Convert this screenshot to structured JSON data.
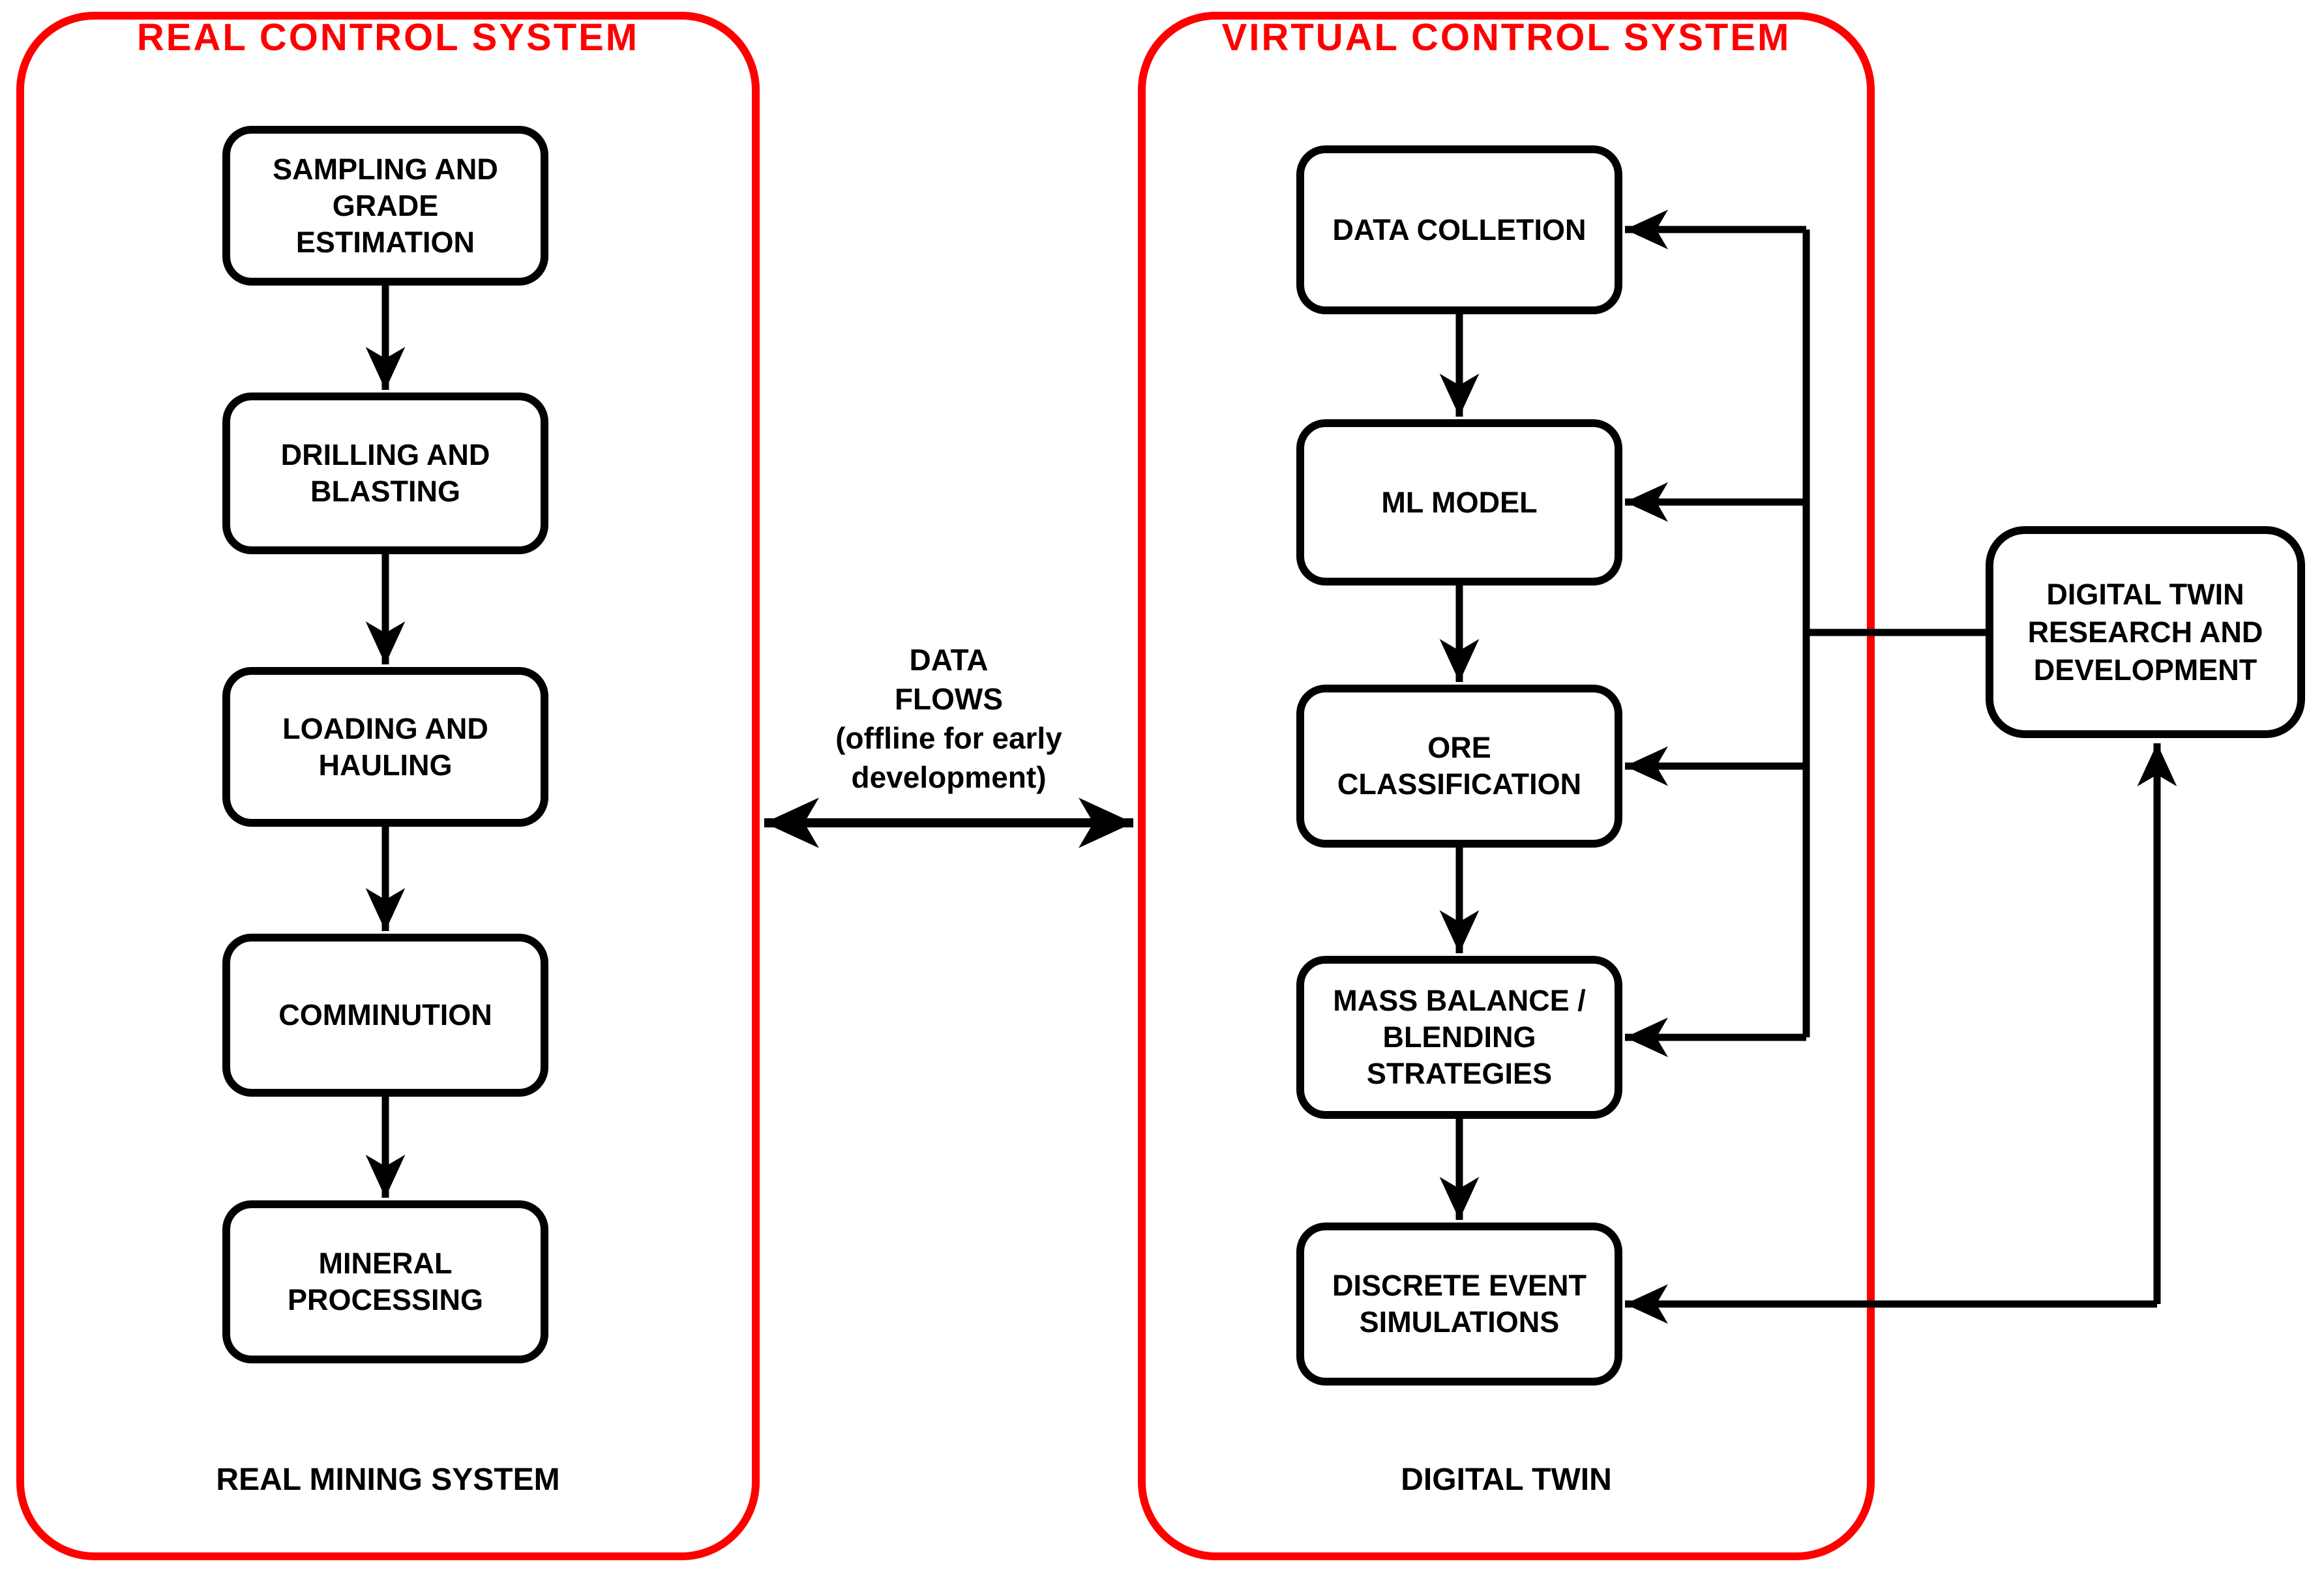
{
  "colors": {
    "accent_red": "#ff0000",
    "line_black": "#000000",
    "background": "#ffffff",
    "box_fill": "#ffffff"
  },
  "real_system": {
    "title": "REAL CONTROL SYSTEM",
    "footer": "REAL MINING SYSTEM",
    "boxes": [
      {
        "label": "SAMPLING AND\nGRADE\nESTIMATION"
      },
      {
        "label": "DRILLING AND\nBLASTING"
      },
      {
        "label": "LOADING AND\nHAULING"
      },
      {
        "label": "COMMINUTION"
      },
      {
        "label": "MINERAL\nPROCESSING"
      }
    ]
  },
  "virtual_system": {
    "title": "VIRTUAL CONTROL SYSTEM",
    "footer": "DIGITAL TWIN",
    "boxes": [
      {
        "label": "DATA COLLETION"
      },
      {
        "label": "ML MODEL"
      },
      {
        "label": "ORE\nCLASSIFICATION"
      },
      {
        "label": "MASS BALANCE /\nBLENDING\nSTRATEGIES"
      },
      {
        "label": "DISCRETE EVENT\nSIMULATIONS"
      }
    ]
  },
  "external": {
    "digital_twin_rnd_label": "DIGITAL TWIN\nRESEARCH AND\nDEVELOPMENT"
  },
  "data_flows_label": "DATA\nFLOWS\n(offline for early\ndevelopment)"
}
